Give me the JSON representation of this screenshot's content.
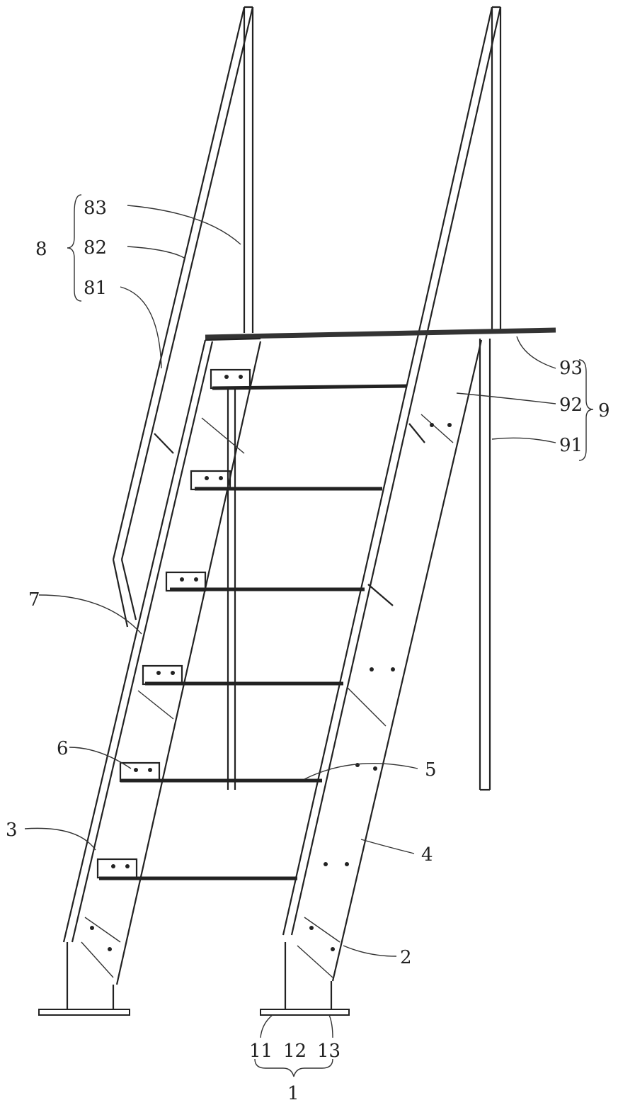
{
  "title": "Stair ladder assembly (patent figure)",
  "labels": {
    "l83": "83",
    "l82": "82",
    "l81": "81",
    "l8": "8",
    "l93": "93",
    "l92": "92",
    "l91": "91",
    "l9": "9",
    "l7": "7",
    "l6": "6",
    "l5": "5",
    "l3": "3",
    "l4": "4",
    "l2": "2",
    "l11": "11",
    "l12": "12",
    "l13": "13",
    "l1": "1"
  }
}
